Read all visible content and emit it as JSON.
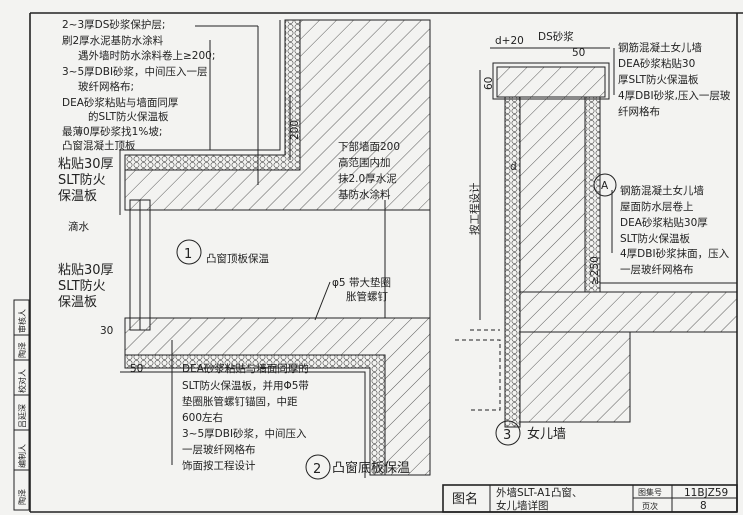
{
  "detail1": {
    "number": "1",
    "title": "凸窗顶板保温",
    "notes": [
      "2~3厚DS砂浆保护层;",
      "刷2厚水泥基防水涂料",
      "遇外墙时防水涂料卷上≥200;",
      "3~5厚DBI砂浆，中间压入一层",
      "玻纤网格布;",
      "DEA砂浆粘贴与墙面同厚",
      "的SLT防火保温板",
      "最薄0厚砂浆找1%坡;",
      "凸窗混凝土顶板"
    ],
    "left_label": [
      "粘贴30厚",
      "SLT防火",
      "保温板"
    ],
    "drip_label": "滴水",
    "dim_200": "200",
    "right_note": [
      "下部墙面200",
      "高范围内加",
      "抹2.0厚水泥",
      "基防水涂料"
    ]
  },
  "detail2": {
    "number": "2",
    "title": "凸窗底板保温",
    "left_label": [
      "粘贴30厚",
      "SLT防火",
      "保温板"
    ],
    "dim_30": "30",
    "dim_50": "50",
    "anchor_note": [
      "φ5 带大垫圈",
      "胀管螺钉"
    ],
    "notes": [
      "DEA砂浆粘贴与墙面同厚的",
      "SLT防火保温板，并用Φ5带",
      "垫圈胀管螺钉锚固，中距",
      "600左右",
      "3~5厚DBI砂浆，中间压入",
      "一层玻纤网格布",
      "饰面按工程设计"
    ]
  },
  "detail3": {
    "number": "3",
    "title": "女儿墙",
    "dim_d20": "d+20",
    "ds_label": "DS砂浆",
    "dim_50": "50",
    "dim_60": "60",
    "dim_d": "d",
    "height_label": "按工程设计",
    "dim_250": "≥250",
    "callout": "A",
    "top_notes": [
      "钢筋混凝土女儿墙",
      "DEA砂浆粘贴30",
      "厚SLT防火保温板",
      "4厚DBI砂浆,压入一层玻",
      "纤网格布"
    ],
    "mid_notes": [
      "钢筋混凝土女儿墙",
      "屋面防水层卷上",
      "DEA砂浆粘贴30厚",
      "SLT防火保温板",
      "4厚DBI砂浆抹面，压入",
      "一层玻纤网格布"
    ]
  },
  "title_block": {
    "name_label": "图名",
    "drawing_name": [
      "外墙SLT-A1凸窗、",
      "女儿墙详图"
    ],
    "atlas_label": "图集号",
    "atlas_no": "11BJZ59",
    "page_label": "页次",
    "page_no": "8"
  },
  "signature_strip": [
    "审核人",
    "陶泽",
    "校对人",
    "吕延深",
    "编制人",
    "陶泽"
  ]
}
